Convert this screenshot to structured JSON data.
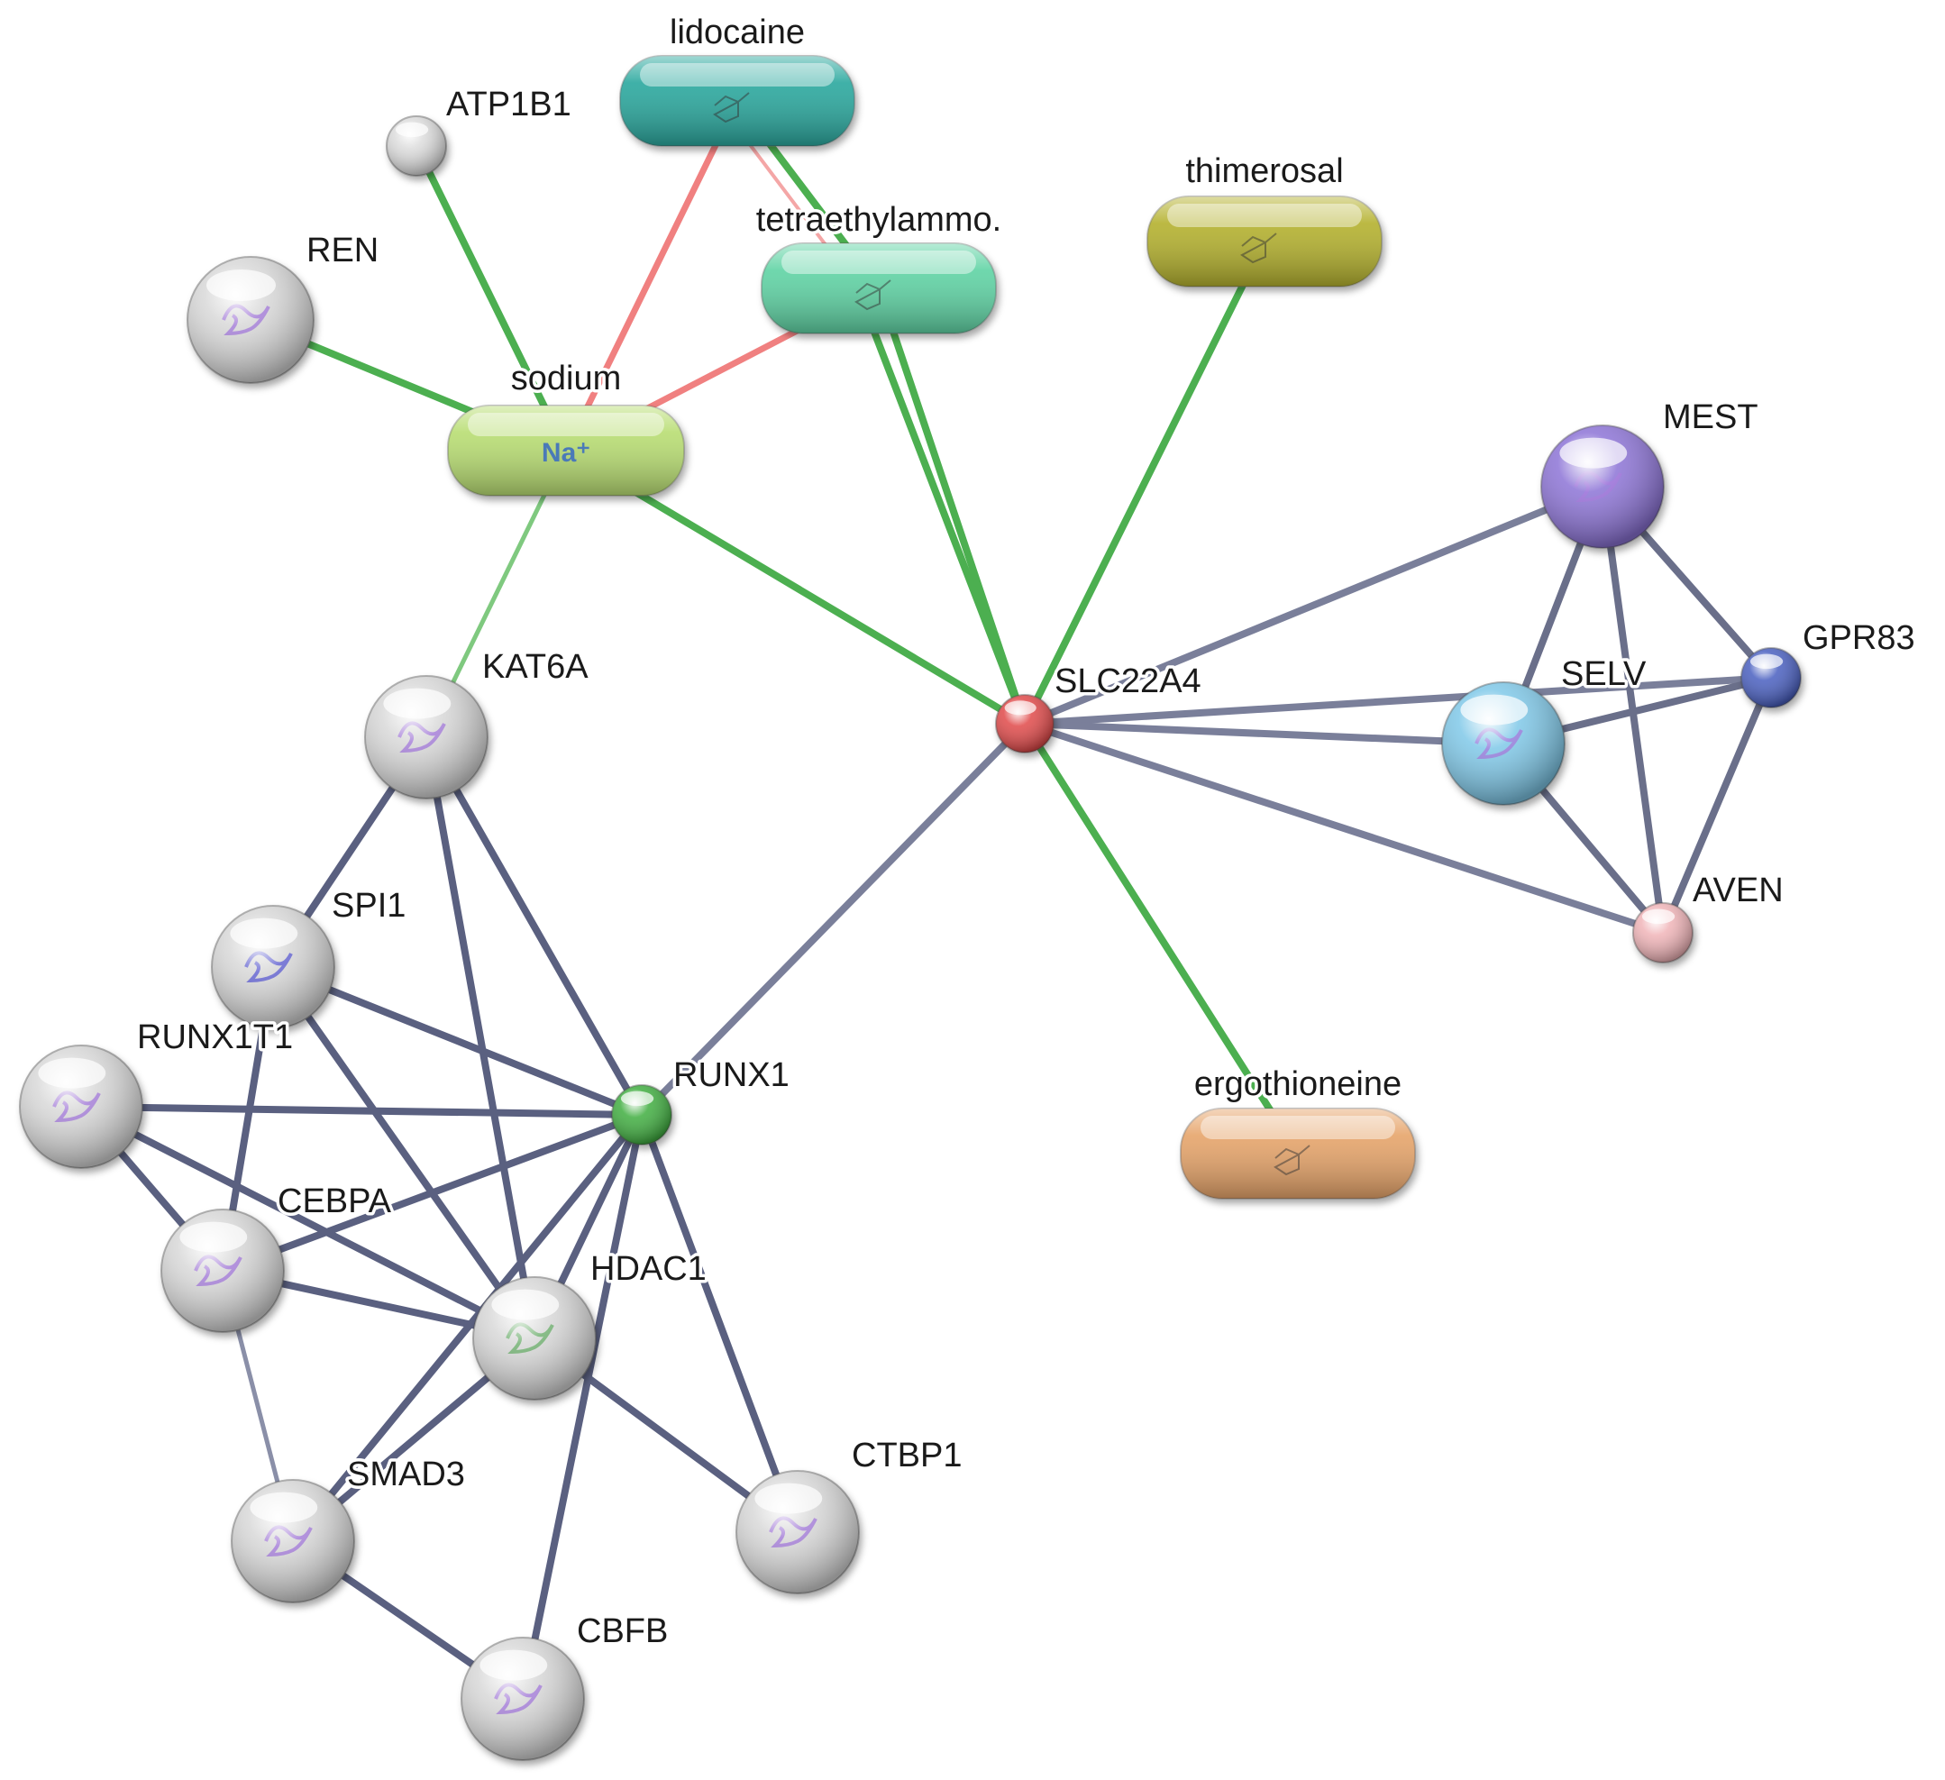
{
  "network": {
    "nodes": [
      {
        "id": "lidocaine",
        "label": "lidocaine",
        "kind": "chemical",
        "color": "#2aa89e"
      },
      {
        "id": "ATP1B1",
        "label": "ATP1B1",
        "kind": "protein-small",
        "color": "#dcdcdc"
      },
      {
        "id": "thimerosal",
        "label": "thimerosal",
        "kind": "chemical",
        "color": "#b4b12e"
      },
      {
        "id": "tetraethylammo",
        "label": "tetraethylammo.",
        "kind": "chemical",
        "color": "#5fd3a4"
      },
      {
        "id": "REN",
        "label": "REN",
        "kind": "protein",
        "color": "#d8d8d8",
        "icon": "protein-structure-icon"
      },
      {
        "id": "sodium",
        "label": "sodium",
        "kind": "chemical",
        "color": "#b8dd72",
        "symbol": "Na⁺"
      },
      {
        "id": "MEST",
        "label": "MEST",
        "kind": "protein",
        "color": "#8c73d6",
        "icon": "protein-structure-icon"
      },
      {
        "id": "KAT6A",
        "label": "KAT6A",
        "kind": "protein",
        "color": "#d8d8d8",
        "icon": "protein-structure-icon"
      },
      {
        "id": "SLC22A4",
        "label": "SLC22A4",
        "kind": "protein-small",
        "color": "#e04848"
      },
      {
        "id": "GPR83",
        "label": "GPR83",
        "kind": "protein-small",
        "color": "#4a5fc0"
      },
      {
        "id": "SELV",
        "label": "SELV",
        "kind": "protein",
        "color": "#7fc8e8",
        "icon": "protein-structure-icon"
      },
      {
        "id": "SPI1",
        "label": "SPI1",
        "kind": "protein",
        "color": "#d8d8d8",
        "icon": "protein-structure-icon"
      },
      {
        "id": "AVEN",
        "label": "AVEN",
        "kind": "protein-small",
        "color": "#f0b4b8"
      },
      {
        "id": "RUNX1T1",
        "label": "RUNX1T1",
        "kind": "protein",
        "color": "#d8d8d8",
        "icon": "protein-structure-icon"
      },
      {
        "id": "RUNX1",
        "label": "RUNX1",
        "kind": "protein-small",
        "color": "#3fae3f"
      },
      {
        "id": "ergothioneine",
        "label": "ergothioneine",
        "kind": "chemical",
        "color": "#e6a46a"
      },
      {
        "id": "CEBPA",
        "label": "CEBPA",
        "kind": "protein",
        "color": "#d8d8d8",
        "icon": "protein-structure-icon"
      },
      {
        "id": "HDAC1",
        "label": "HDAC1",
        "kind": "protein",
        "color": "#d8d8d8",
        "icon": "protein-structure-icon"
      },
      {
        "id": "SMAD3",
        "label": "SMAD3",
        "kind": "protein",
        "color": "#d8d8d8",
        "icon": "protein-structure-icon"
      },
      {
        "id": "CTBP1",
        "label": "CTBP1",
        "kind": "protein",
        "color": "#d8d8d8",
        "icon": "protein-structure-icon"
      },
      {
        "id": "CBFB",
        "label": "CBFB",
        "kind": "protein",
        "color": "#d8d8d8",
        "icon": "protein-structure-icon"
      }
    ],
    "edges": [
      {
        "from": "ATP1B1",
        "to": "sodium",
        "type": "chem",
        "color": "#4caf50"
      },
      {
        "from": "REN",
        "to": "sodium",
        "type": "chem",
        "color": "#4caf50"
      },
      {
        "from": "lidocaine",
        "to": "sodium",
        "type": "chem-neg",
        "color": "#f08080"
      },
      {
        "from": "lidocaine",
        "to": "tetraethylammo",
        "type": "chem",
        "color": "#4caf50"
      },
      {
        "from": "lidocaine",
        "to": "tetraethylammo",
        "type": "chem-neg-thin",
        "color": "#f4a6a6"
      },
      {
        "from": "tetraethylammo",
        "to": "sodium",
        "type": "chem-neg",
        "color": "#f08080"
      },
      {
        "from": "tetraethylammo",
        "to": "SLC22A4",
        "type": "chem",
        "color": "#4caf50"
      },
      {
        "from": "tetraethylammo",
        "to": "SLC22A4",
        "type": "chem2",
        "color": "#4caf50"
      },
      {
        "from": "thimerosal",
        "to": "SLC22A4",
        "type": "chem",
        "color": "#4caf50"
      },
      {
        "from": "sodium",
        "to": "SLC22A4",
        "type": "chem",
        "color": "#4caf50"
      },
      {
        "from": "sodium",
        "to": "KAT6A",
        "type": "chem-thin",
        "color": "#7fc97f"
      },
      {
        "from": "SLC22A4",
        "to": "ergothioneine",
        "type": "chem",
        "color": "#4caf50"
      },
      {
        "from": "SLC22A4",
        "to": "MEST",
        "type": "prot",
        "color": "#7a7f9a"
      },
      {
        "from": "SLC22A4",
        "to": "GPR83",
        "type": "prot",
        "color": "#7a7f9a"
      },
      {
        "from": "SLC22A4",
        "to": "SELV",
        "type": "prot",
        "color": "#7a7f9a"
      },
      {
        "from": "SLC22A4",
        "to": "AVEN",
        "type": "prot",
        "color": "#7a7f9a"
      },
      {
        "from": "SLC22A4",
        "to": "RUNX1",
        "type": "prot",
        "color": "#7a7f9a"
      },
      {
        "from": "MEST",
        "to": "SELV",
        "type": "prot",
        "color": "#6a6f8a"
      },
      {
        "from": "MEST",
        "to": "GPR83",
        "type": "prot",
        "color": "#6a6f8a"
      },
      {
        "from": "MEST",
        "to": "AVEN",
        "type": "prot",
        "color": "#6a6f8a"
      },
      {
        "from": "SELV",
        "to": "GPR83",
        "type": "prot",
        "color": "#6a6f8a"
      },
      {
        "from": "SELV",
        "to": "AVEN",
        "type": "prot",
        "color": "#6a6f8a"
      },
      {
        "from": "GPR83",
        "to": "AVEN",
        "type": "prot",
        "color": "#6a6f8a"
      },
      {
        "from": "KAT6A",
        "to": "SPI1",
        "type": "prot",
        "color": "#5a6080"
      },
      {
        "from": "KAT6A",
        "to": "RUNX1",
        "type": "prot",
        "color": "#5a6080"
      },
      {
        "from": "KAT6A",
        "to": "HDAC1",
        "type": "prot",
        "color": "#5a6080"
      },
      {
        "from": "SPI1",
        "to": "RUNX1",
        "type": "prot",
        "color": "#5a6080"
      },
      {
        "from": "SPI1",
        "to": "HDAC1",
        "type": "prot",
        "color": "#5a6080"
      },
      {
        "from": "SPI1",
        "to": "CEBPA",
        "type": "prot",
        "color": "#5a6080"
      },
      {
        "from": "RUNX1T1",
        "to": "RUNX1",
        "type": "prot",
        "color": "#5a6080"
      },
      {
        "from": "RUNX1T1",
        "to": "CEBPA",
        "type": "prot",
        "color": "#5a6080"
      },
      {
        "from": "RUNX1T1",
        "to": "HDAC1",
        "type": "prot",
        "color": "#5a6080"
      },
      {
        "from": "CEBPA",
        "to": "RUNX1",
        "type": "prot",
        "color": "#5a6080"
      },
      {
        "from": "CEBPA",
        "to": "HDAC1",
        "type": "prot",
        "color": "#5a6080"
      },
      {
        "from": "CEBPA",
        "to": "SMAD3",
        "type": "prot-thin",
        "color": "#8a8fa8"
      },
      {
        "from": "RUNX1",
        "to": "HDAC1",
        "type": "prot",
        "color": "#5a6080"
      },
      {
        "from": "RUNX1",
        "to": "SMAD3",
        "type": "prot",
        "color": "#5a6080"
      },
      {
        "from": "RUNX1",
        "to": "CTBP1",
        "type": "prot",
        "color": "#5a6080"
      },
      {
        "from": "RUNX1",
        "to": "CBFB",
        "type": "prot",
        "color": "#5a6080"
      },
      {
        "from": "HDAC1",
        "to": "SMAD3",
        "type": "prot",
        "color": "#5a6080"
      },
      {
        "from": "HDAC1",
        "to": "CTBP1",
        "type": "prot",
        "color": "#5a6080"
      },
      {
        "from": "SMAD3",
        "to": "CBFB",
        "type": "prot",
        "color": "#5a6080"
      }
    ]
  }
}
